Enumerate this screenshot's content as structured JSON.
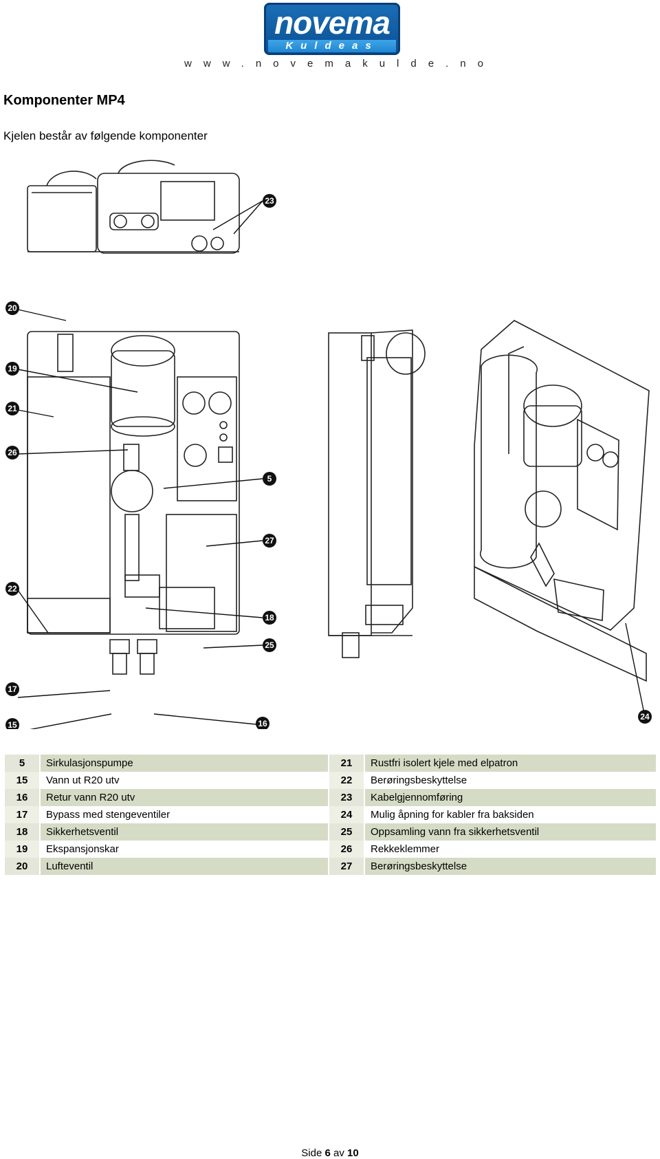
{
  "header": {
    "logo_name": "novema",
    "logo_sub": "Kuldeas",
    "url": "www.novemakulde.no"
  },
  "page": {
    "title": "Komponenter MP4",
    "intro": "Kjelen består av følgende komponenter"
  },
  "figure": {
    "callouts": [
      "23",
      "20",
      "19",
      "21",
      "26",
      "5",
      "27",
      "22",
      "18",
      "25",
      "17",
      "15",
      "16",
      "24"
    ]
  },
  "parts": [
    {
      "left_num": "5",
      "left_desc": "Sirkulasjonspumpe",
      "right_num": "21",
      "right_desc": "Rustfri isolert kjele med elpatron"
    },
    {
      "left_num": "15",
      "left_desc": "Vann ut R20 utv",
      "right_num": "22",
      "right_desc": "Berøringsbeskyttelse"
    },
    {
      "left_num": "16",
      "left_desc": "Retur vann R20 utv",
      "right_num": "23",
      "right_desc": "Kabelgjennomføring"
    },
    {
      "left_num": "17",
      "left_desc": "Bypass med stengeventiler",
      "right_num": "24",
      "right_desc": "Mulig åpning for kabler fra baksiden"
    },
    {
      "left_num": "18",
      "left_desc": "Sikkerhetsventil",
      "right_num": "25",
      "right_desc": "Oppsamling vann fra sikkerhetsventil"
    },
    {
      "left_num": "19",
      "left_desc": "Ekspansjonskar",
      "right_num": "26",
      "right_desc": "Rekkeklemmer"
    },
    {
      "left_num": "20",
      "left_desc": "Lufteventil",
      "right_num": "27",
      "right_desc": "Berøringsbeskyttelse"
    }
  ],
  "footer": {
    "prefix": "Side",
    "page": "6",
    "middle": "av",
    "total": "10"
  }
}
